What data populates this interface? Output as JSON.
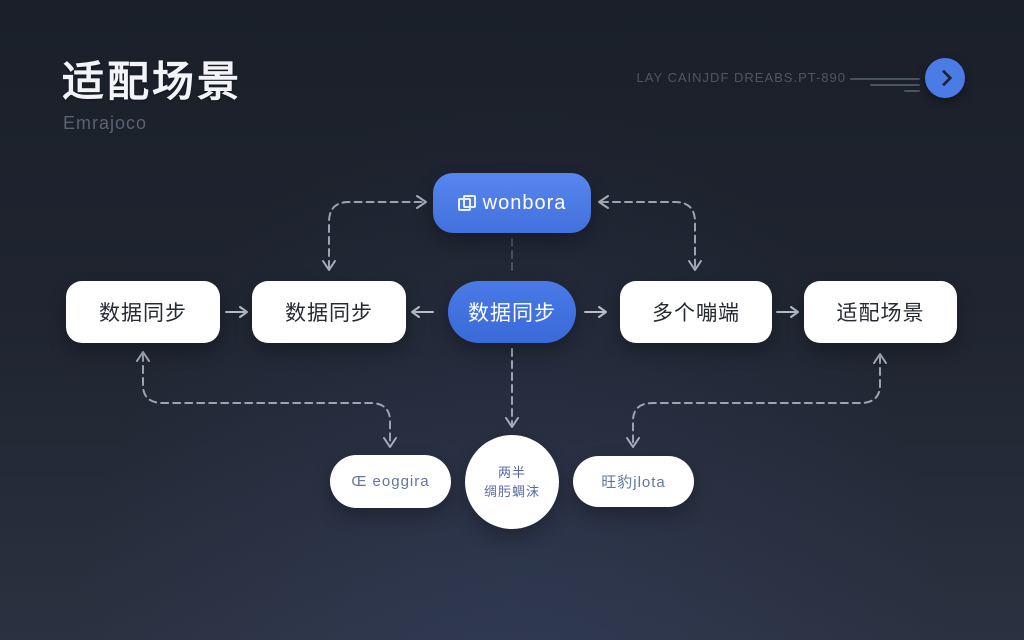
{
  "header": {
    "title": "适配场景",
    "subtitle": "Emrajoco",
    "caption": "LAY CAINJDF DREABS.PT-890"
  },
  "colors": {
    "background_top": "#1a1f29",
    "background_bottom": "#2b3140",
    "accent_blue": "#4b7ce5",
    "node_background": "#ffffff",
    "node_text": "#262b33",
    "dashed_arrow": "#9ba4b3",
    "muted_text": "#5a6373"
  },
  "diagram": {
    "hub": {
      "icon": "copy-icon",
      "label": "wonbora"
    },
    "row": [
      {
        "label": "数据同步"
      },
      {
        "label": "数据同步"
      },
      {
        "label": "数据同步",
        "highlight": "true"
      },
      {
        "label": "多个嘣端"
      },
      {
        "label": "适配场景"
      }
    ],
    "bottom": [
      {
        "label": "Œ eoggira"
      },
      {
        "lines": [
          "两半",
          "绸肟蜩沫"
        ]
      },
      {
        "label": "旺豹jlota"
      }
    ]
  }
}
